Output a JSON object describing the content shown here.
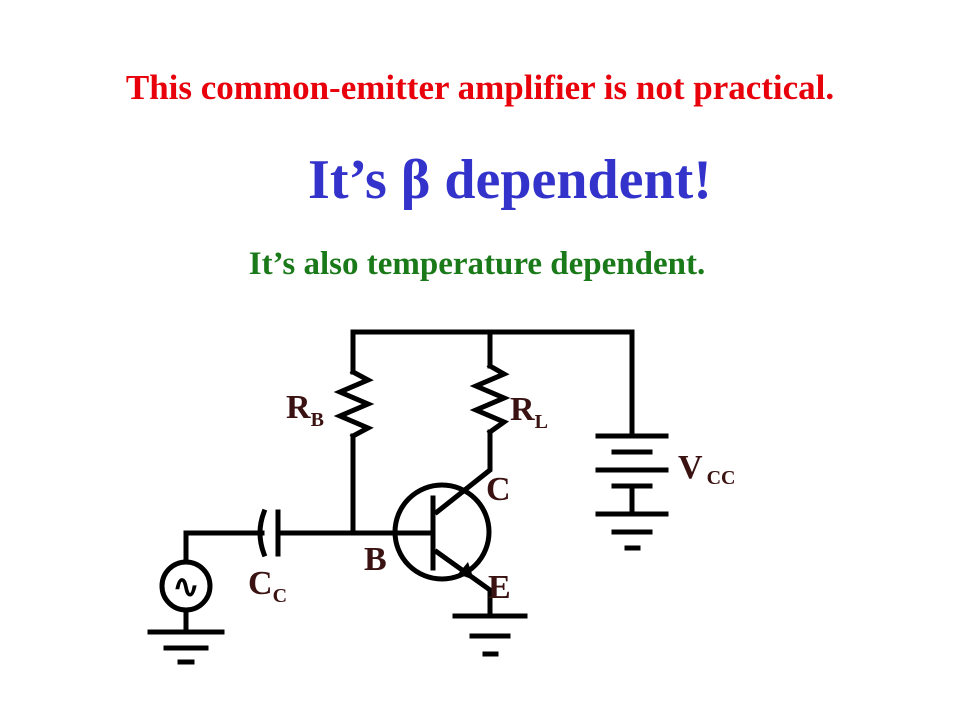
{
  "slide": {
    "title": "This common-emitter amplifier is not practical.",
    "headline": "It’s β dependent!",
    "subtitle": "It’s also temperature dependent."
  },
  "circuit": {
    "base_resistor": {
      "main": "R",
      "sub": "B"
    },
    "load_resistor": {
      "main": "R",
      "sub": "L"
    },
    "supply": {
      "main": "V",
      "sub": "CC"
    },
    "coupling_capacitor": {
      "main": "C",
      "sub": "C"
    },
    "collector_label": "C",
    "base_label": "B",
    "emitter_label": "E",
    "source_symbol": "∿"
  },
  "colors": {
    "title": "#e8000b",
    "headline": "#3333cc",
    "subtitle": "#1a7a1a",
    "wire": "#000000",
    "label": "#3a1212"
  }
}
